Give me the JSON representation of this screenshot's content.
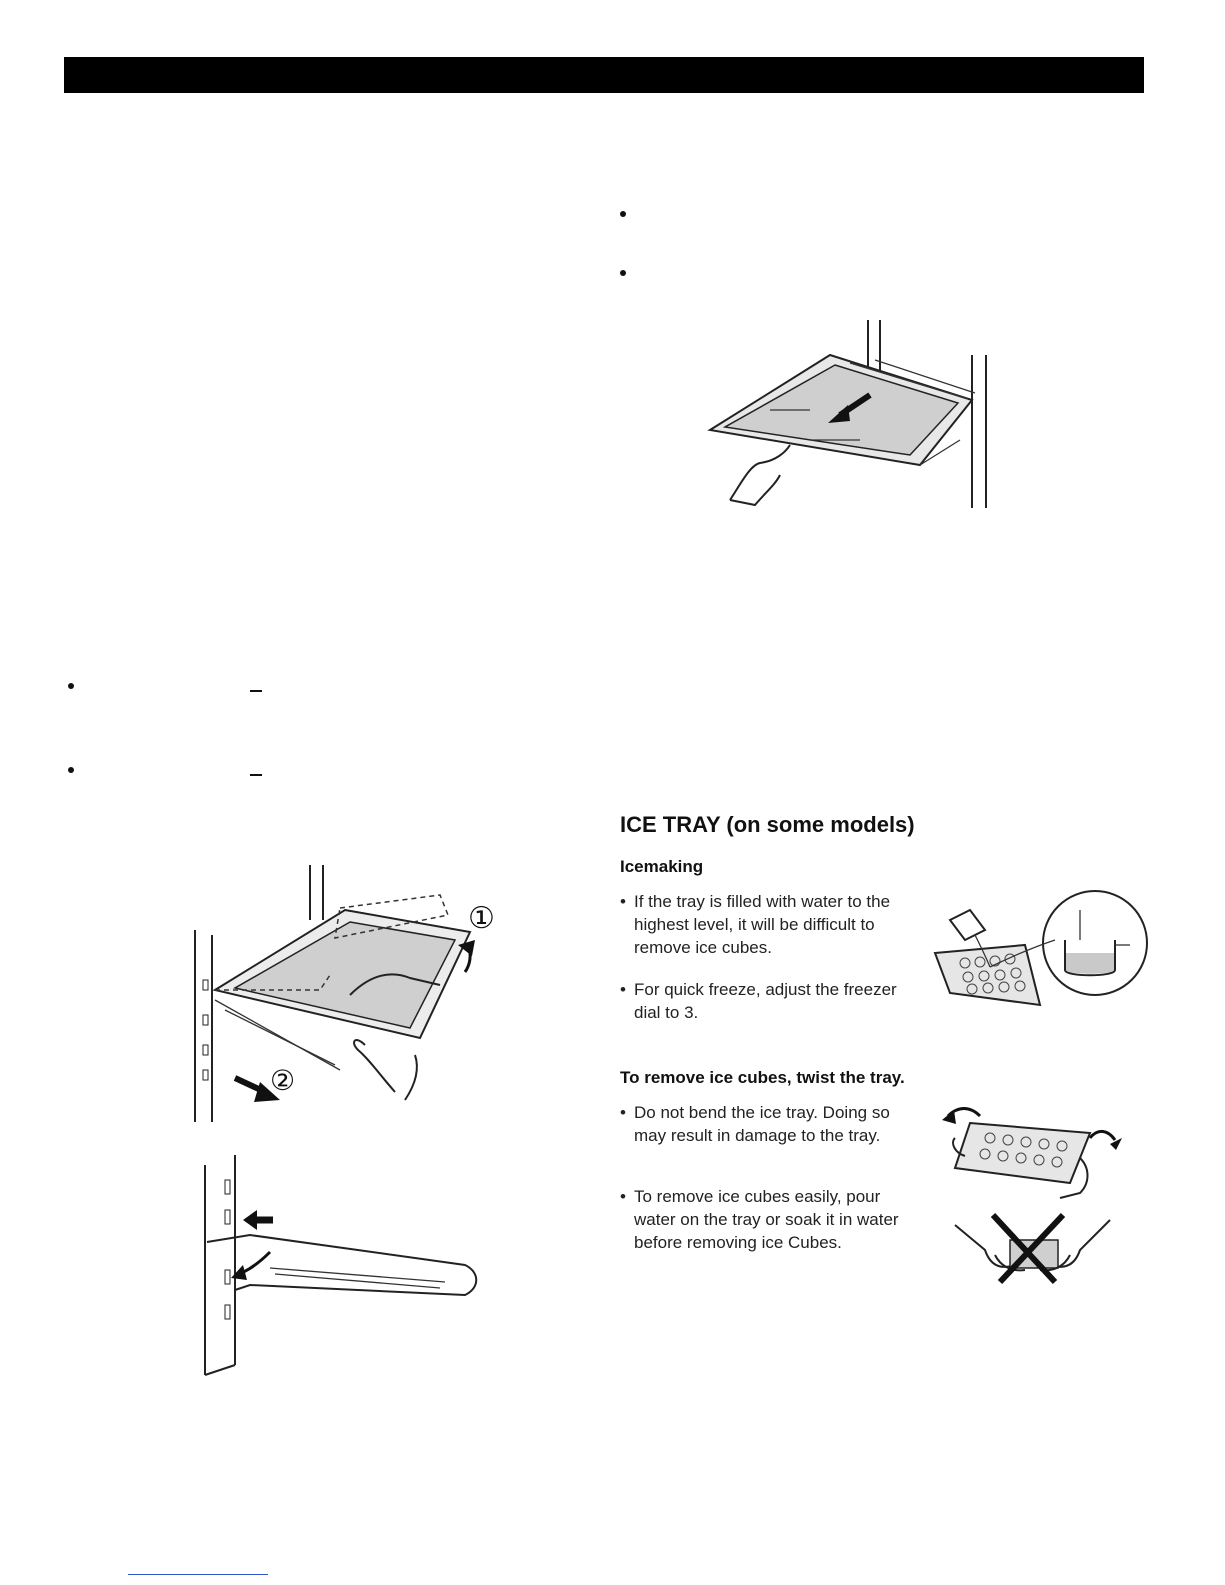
{
  "ice_tray": {
    "title": "ICE TRAY (on some models)",
    "icemaking": {
      "heading": "Icemaking",
      "items": [
        "If the tray is filled with water to the highest level, it will be difficult to remove ice cubes.",
        "For quick freeze, adjust the freezer dial to 3."
      ]
    },
    "removing": {
      "heading": "To remove ice cubes, twist the tray.",
      "items": [
        "Do not bend the ice tray. Doing so may result in damage to the tray.",
        "To remove ice cubes easily, pour water on the tray or soak it in water before removing ice Cubes."
      ]
    },
    "bullet_glyph": "•"
  },
  "figures": {
    "step_one": "①",
    "step_two": "②"
  },
  "colors": {
    "header_bar": "#000000",
    "shelf_glass": "#cfcfcf",
    "footer_link": "#3355cc"
  }
}
